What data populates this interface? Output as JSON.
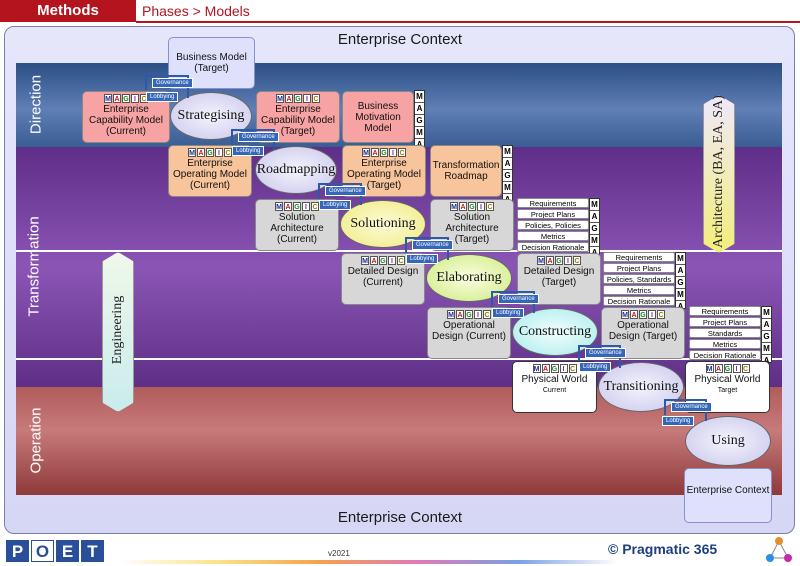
{
  "header": {
    "methods": "Methods",
    "breadcrumb": "Phases > Models"
  },
  "context_top": "Enterprise Context",
  "context_bottom": "Enterprise Context",
  "bands": {
    "direction": "Direction",
    "transformation": "Transformation",
    "operation": "Operation"
  },
  "side_labels": {
    "engineering": "Engineering",
    "architecture": "Architecture (BA, EA, SA)"
  },
  "magic": [
    "M",
    "A",
    "G",
    "I",
    "C"
  ],
  "models": {
    "business_model_target": "Business Model (Target)",
    "ecm_current": "Enterprise Capability Model (Current)",
    "ecm_target": "Enterprise Capability Model (Target)",
    "business_motivation": "Business Motivation Model",
    "eom_current": "Enterprise Operating Model (Current)",
    "eom_target": "Enterprise Operating Model (Target)",
    "transformation_roadmap": "Transformation Roadmap",
    "sa_current": "Solution Architecture (Current)",
    "sa_target": "Solution Architecture (Target)",
    "dd_current": "Detailed Design (Current)",
    "dd_target": "Detailed Design (Target)",
    "od_current": "Operational Design (Current)",
    "od_target": "Operational Design (Target)",
    "pw_current_title": "Physical World",
    "pw_current_sub": "Current",
    "pw_target_title": "Physical World",
    "pw_target_sub": "Target",
    "enterprise_context_box": "Enterprise Context"
  },
  "phases": {
    "strategising": "Strategising",
    "roadmapping": "Roadmapping",
    "solutioning": "Solutioning",
    "elaborating": "Elaborating",
    "constructing": "Constructing",
    "transitioning": "Transitioning",
    "using": "Using"
  },
  "tags": {
    "governance": "Governance",
    "lobbying": "Lobbying"
  },
  "lists": {
    "items": [
      "Requirements",
      "Project Plans",
      "Policies, Policies",
      "Metrics",
      "Decision Rationale"
    ],
    "items2": [
      "Requirements",
      "Project Plans",
      "Policies, Standards",
      "Metrics",
      "Decision Rationale"
    ],
    "items3": [
      "Requirements",
      "Project Plans",
      "Standards",
      "Metrics",
      "Decision Rationale"
    ],
    "codes": [
      "M",
      "A",
      "G",
      "M",
      "A"
    ]
  },
  "footer": {
    "logo": [
      "P",
      "O",
      "E",
      "T"
    ],
    "version": "v2021",
    "copyright": "© Pragmatic 365"
  },
  "colors": {
    "brand_red": "#b3141e",
    "direction": "#3a5d94",
    "transformation": "#7a47a8",
    "operation": "#b05c5c"
  }
}
